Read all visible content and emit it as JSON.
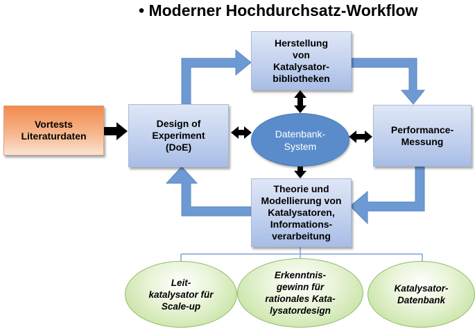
{
  "title": "• Moderner Hochdurchsatz-Workflow",
  "nodes": {
    "vortests": "Vortests\nLiteraturdaten",
    "doe": "Design of\nExperiment\n(DoE)",
    "herstellung": "Herstellung\nvon\nKatalysator-\nbibliotheken",
    "datenbank": "Datenbank-\nSystem",
    "performance": "Performance-\nMessung",
    "theorie": "Theorie und\nModellierung von\nKatalysatoren,\nInformations-\nverarbeitung"
  },
  "outcomes": [
    "Leit-\nkatalysator für\nScale-up",
    "Erkenntnis-\ngewinn für\nrationales Kata-\nlysatordesign",
    "Katalysator-\nDatenbank"
  ],
  "colors": {
    "cycle_arrow": "#6e9ad3",
    "black_arrow": "#000000",
    "database": "#5a8ccc",
    "outcome_green": "#b9dc8e"
  }
}
